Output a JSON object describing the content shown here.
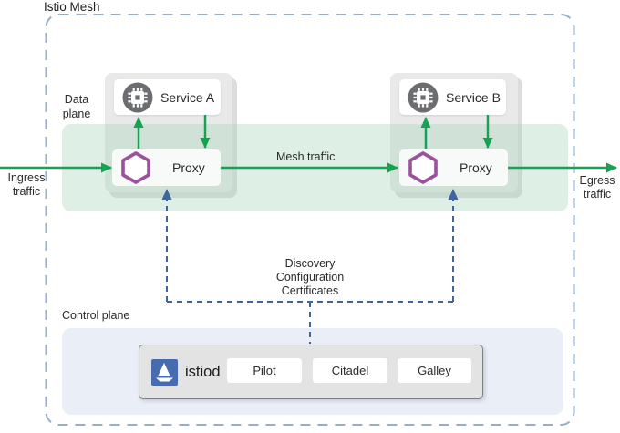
{
  "diagram": {
    "title": "Istio Mesh",
    "data_plane_label": "Data\nplane",
    "control_plane_label": "Control plane",
    "ingress_label": "Ingress\ntraffic",
    "egress_label": "Egress\ntraffic",
    "mesh_traffic_label": "Mesh traffic",
    "control_links_label": "Discovery\nConfiguration\nCertificates",
    "services": [
      {
        "name": "Service A",
        "proxy_label": "Proxy"
      },
      {
        "name": "Service B",
        "proxy_label": "Proxy"
      }
    ],
    "istiod": {
      "name": "istiod",
      "components": [
        "Pilot",
        "Citadel",
        "Galley"
      ]
    },
    "icons": {
      "service": "microchip-icon",
      "proxy": "hexagon-icon",
      "istiod": "istio-sailboat-icon"
    },
    "colors": {
      "traffic_arrow_green": "#15a352",
      "proxy_hexagon_purple": "#9d509e",
      "control_link_blue": "#40659c",
      "mesh_border_blue": "#97adca",
      "istio_logo_blue": "#466bb0",
      "data_plane_bg": "#e3f1e8",
      "control_plane_bg": "#e9eef7",
      "service_icon_gray": "#6c6d70"
    }
  }
}
